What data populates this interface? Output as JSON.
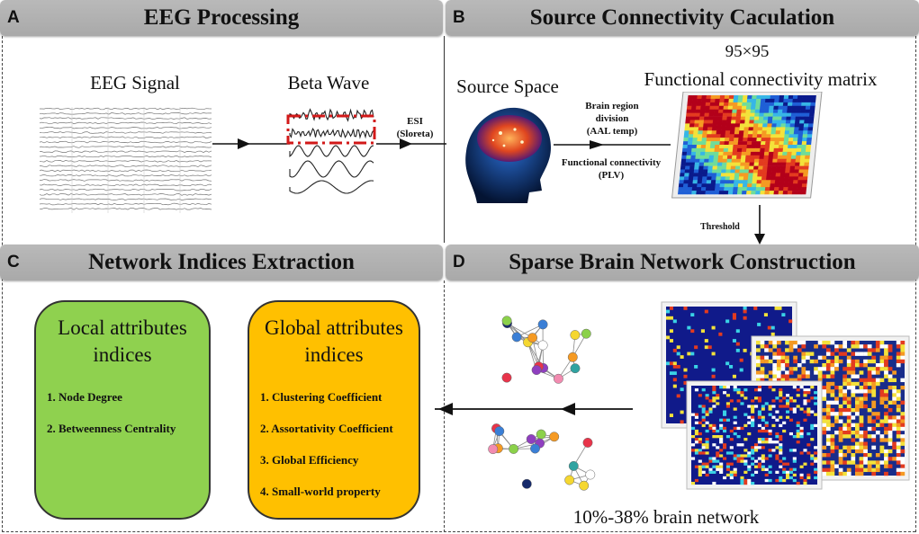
{
  "panels": {
    "a": {
      "letter": "A",
      "title": "EEG Processing"
    },
    "b": {
      "letter": "B",
      "title": "Source Connectivity Caculation"
    },
    "c": {
      "letter": "C",
      "title": "Network Indices Extraction"
    },
    "d": {
      "letter": "D",
      "title": "Sparse Brain Network Construction"
    }
  },
  "eeg": {
    "signal_label": "EEG Signal",
    "beta_label": "Beta Wave",
    "esi_label_line1": "ESI",
    "esi_label_line2": "(Sloreta)"
  },
  "source": {
    "source_space_label": "Source Space",
    "brain_region_line1": "Brain region",
    "brain_region_line2": "division",
    "brain_region_line3": "(AAL temp)",
    "fc_line1": "Functional connectivity",
    "fc_line2": "(PLV)",
    "matrix_size": "95×95",
    "matrix_label": "Functional connectivity matrix",
    "threshold_label": "Threshold"
  },
  "indices": {
    "local_title_line1": "Local attributes",
    "local_title_line2": "indices",
    "local_items": [
      "1.   Node Degree",
      "2.   Betweenness Centrality"
    ],
    "global_title_line1": "Global attributes",
    "global_title_line2": "indices",
    "global_items": [
      "1.   Clustering Coefficient",
      "2.   Assortativity Coefficient",
      "3.   Global Efficiency",
      "4.   Small-world property"
    ],
    "local_color": "#8fd14f",
    "global_color": "#ffc000"
  },
  "sparse": {
    "network_label": "10%-38% brain network"
  }
}
